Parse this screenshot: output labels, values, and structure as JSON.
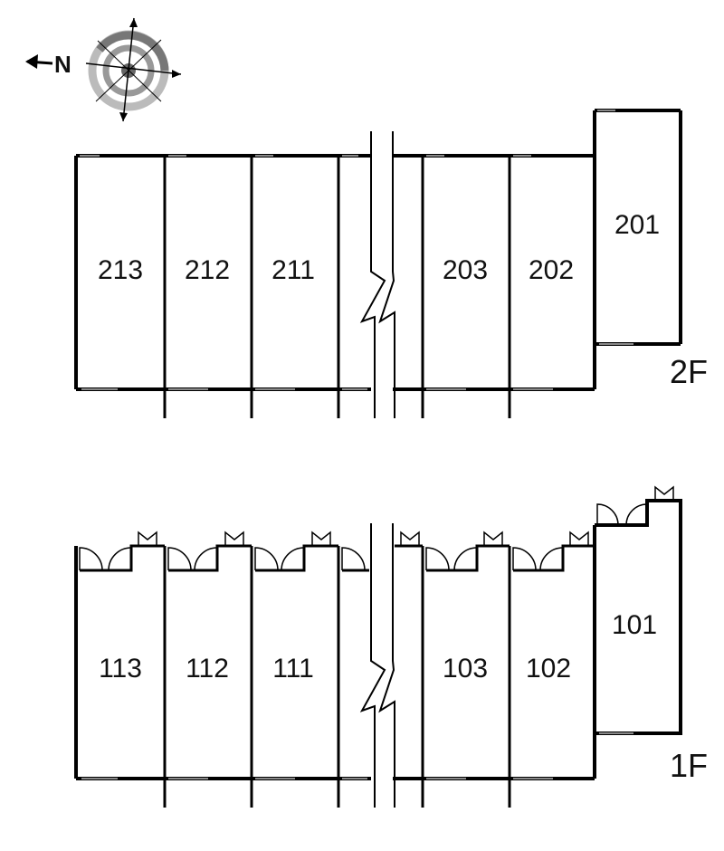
{
  "compass": {
    "north_label": "N"
  },
  "floors": [
    {
      "label": "2F",
      "units": [
        {
          "number": "213"
        },
        {
          "number": "212"
        },
        {
          "number": "211"
        },
        {
          "number": "203"
        },
        {
          "number": "202"
        },
        {
          "number": "201"
        }
      ]
    },
    {
      "label": "1F",
      "units": [
        {
          "number": "113"
        },
        {
          "number": "112"
        },
        {
          "number": "111"
        },
        {
          "number": "103"
        },
        {
          "number": "102"
        },
        {
          "number": "101"
        }
      ]
    }
  ],
  "colors": {
    "wall": "#000000",
    "window": "#888888",
    "compass_ring": "#777777",
    "compass_ring_light": "#bbbbbb"
  }
}
